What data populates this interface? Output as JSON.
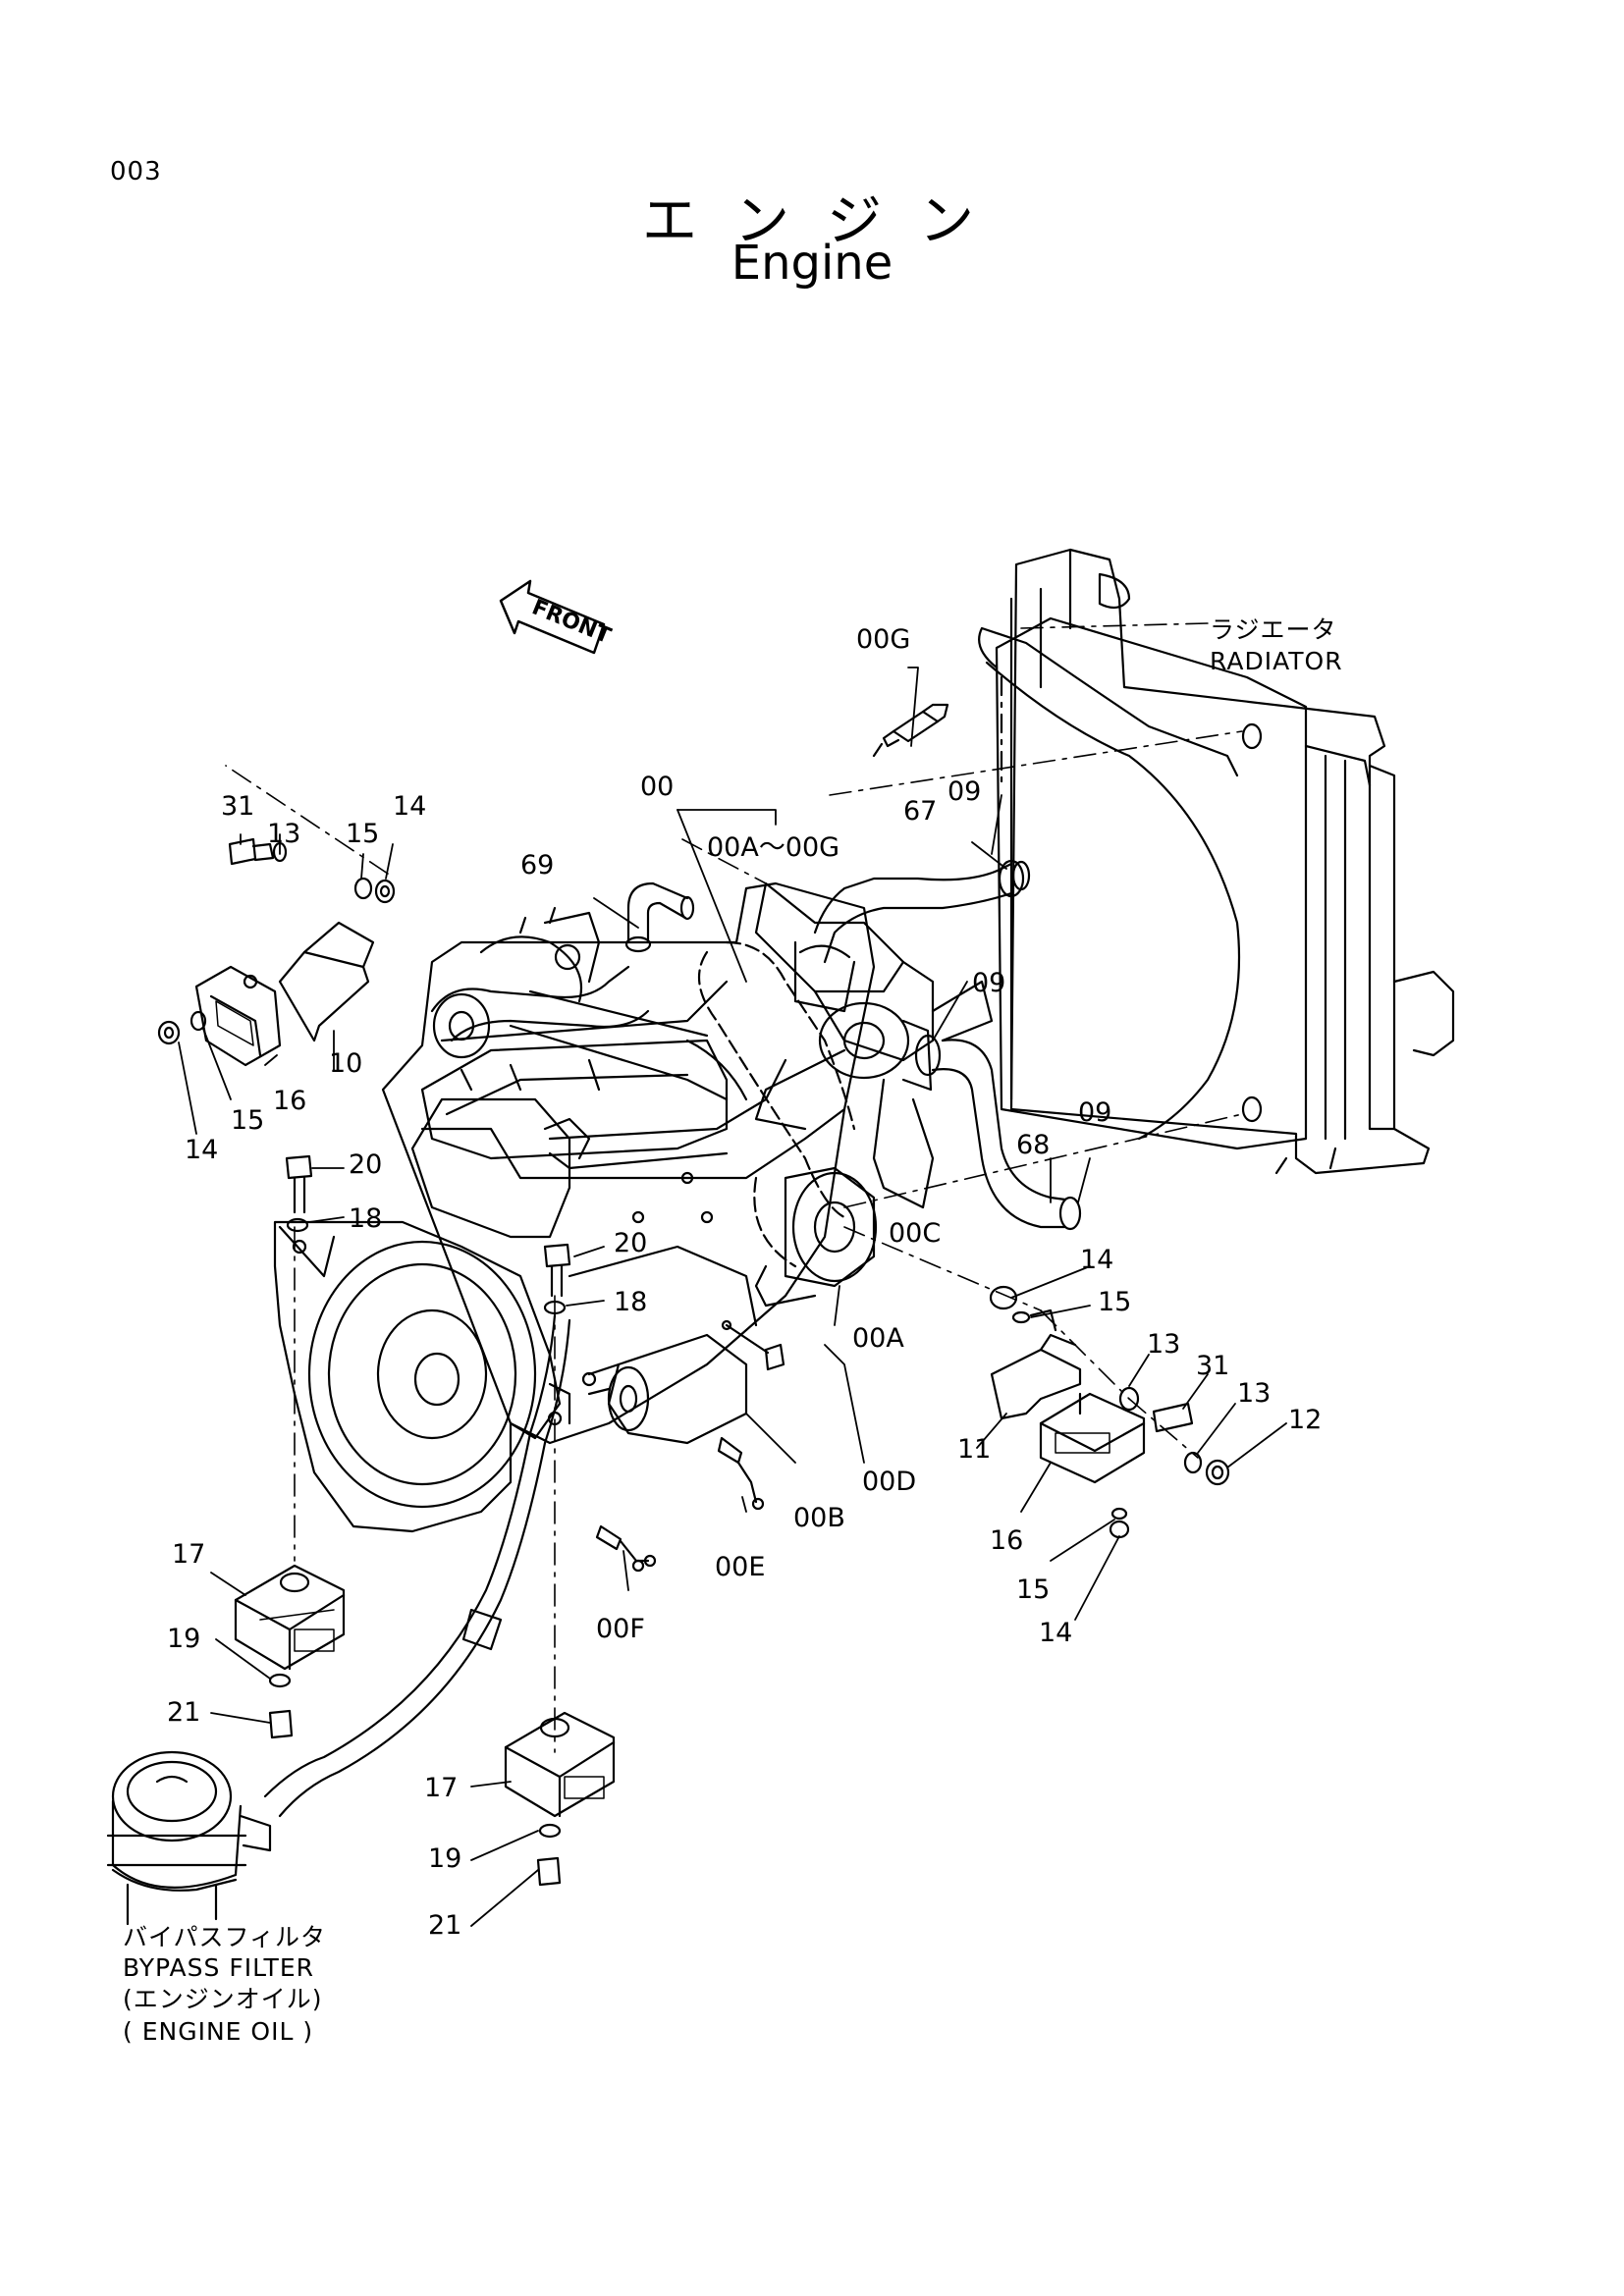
{
  "page_number": "003",
  "title_jp": "エンジン",
  "title_en": "Engine",
  "front_label": "FRONT",
  "radiator": {
    "jp": "ラジエータ",
    "en": "RADIATOR"
  },
  "bypass_filter": {
    "jp": "バイパスフィルタ",
    "en": "BYPASS FILTER",
    "sub_jp": "(エンジンオイル)",
    "sub_en": "( ENGINE OIL )"
  },
  "callouts": {
    "c00": "00",
    "c00range": "00A～00G",
    "c00A": "00A",
    "c00B": "00B",
    "c00C": "00C",
    "c00D": "00D",
    "c00E": "00E",
    "c00F": "00F",
    "c00G": "00G",
    "c09a": "09",
    "c09b": "09",
    "c09c": "09",
    "c10": "10",
    "c11": "11",
    "c12": "12",
    "c13a": "13",
    "c13b": "13",
    "c13c": "13",
    "c14a": "14",
    "c14b": "14",
    "c14c": "14",
    "c14d": "14",
    "c15a": "15",
    "c15b": "15",
    "c15c": "15",
    "c15d": "15",
    "c16a": "16",
    "c16b": "16",
    "c17a": "17",
    "c17b": "17",
    "c18a": "18",
    "c18b": "18",
    "c19a": "19",
    "c19b": "19",
    "c20a": "20",
    "c20b": "20",
    "c21a": "21",
    "c21b": "21",
    "c31a": "31",
    "c31b": "31",
    "c67": "67",
    "c68": "68",
    "c69": "69"
  }
}
